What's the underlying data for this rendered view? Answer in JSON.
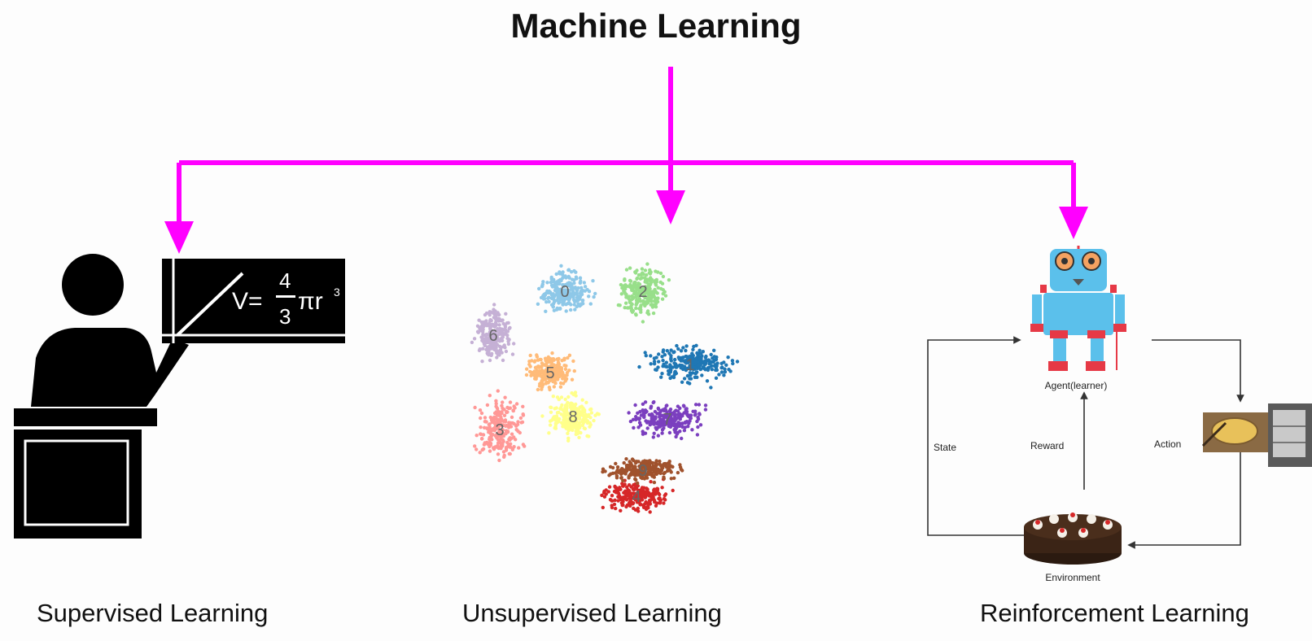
{
  "title": "Machine Learning",
  "colors": {
    "arrow": "#ff00ff",
    "figure": "#000000",
    "robot_body": "#5bc0eb",
    "robot_accent": "#e63946"
  },
  "branches": [
    {
      "label": "Supervised Learning",
      "icon": "teacher-at-blackboard-icon"
    },
    {
      "label": "Unsupervised Learning",
      "icon": "cluster-scatter-plot-icon"
    },
    {
      "label": "Reinforcement Learning",
      "icon": "agent-environment-loop-icon"
    }
  ],
  "blackboard": {
    "v": "V=",
    "num": "4",
    "den": "3",
    "pi_r": "πr",
    "exp": "3"
  },
  "clusters": [
    {
      "label": "0",
      "color": "#8ec8e8"
    },
    {
      "label": "1",
      "color": "#1f77b4"
    },
    {
      "label": "2",
      "color": "#98df8a"
    },
    {
      "label": "3",
      "color": "#ff9896"
    },
    {
      "label": "4",
      "color": "#d62728"
    },
    {
      "label": "5",
      "color": "#ffbb78"
    },
    {
      "label": "6",
      "color": "#c5b0d5"
    },
    {
      "label": "7",
      "color": "#7b3fbf"
    },
    {
      "label": "8",
      "color": "#ffff8a"
    },
    {
      "label": "9",
      "color": "#a0522d"
    }
  ],
  "rl": {
    "agent": "Agent(learner)",
    "environment": "Environment",
    "state": "State",
    "reward": "Reward",
    "action": "Action"
  }
}
